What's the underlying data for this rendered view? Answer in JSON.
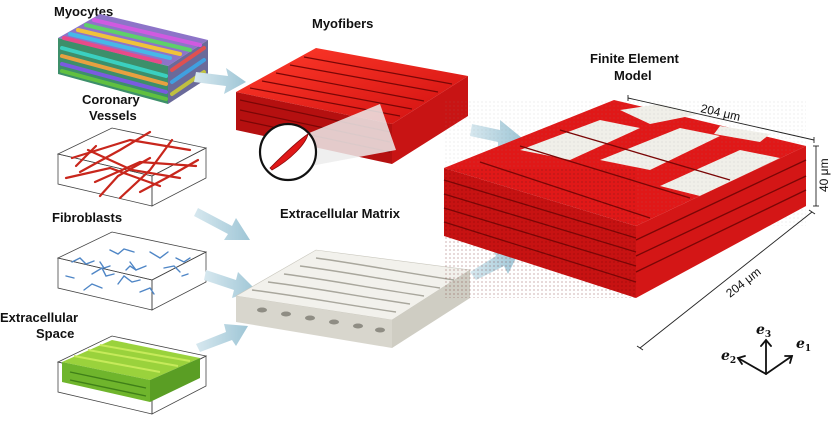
{
  "labels": {
    "myocytes": "Myocytes",
    "coronary_line1": "Coronary",
    "coronary_line2": "Vessels",
    "fibroblasts": "Fibroblasts",
    "ecs_line1": "Extracellular",
    "ecs_line2": "Space",
    "myofibers": "Myofibers",
    "ecm": "Extracellular  Matrix",
    "fem_line1": "Finite Element",
    "fem_line2": "Model"
  },
  "dimensions": {
    "width": "204 μm",
    "depth": "204 μm",
    "height": "40 μm"
  },
  "axes": {
    "e3": "e",
    "e3_sub": "3",
    "e2": "e",
    "e2_sub": "2",
    "e1": "e",
    "e1_sub": "1"
  },
  "colors": {
    "myofiber_red": "#e01818",
    "myofiber_dark": "#9c0c0c",
    "ecm_white": "#f2f1ec",
    "ecm_shadow": "#b9b7ae",
    "fibroblast_blue": "#4f86c6",
    "ecs_green": "#8cc63a",
    "arrow_blue": "#a9cbd8"
  }
}
